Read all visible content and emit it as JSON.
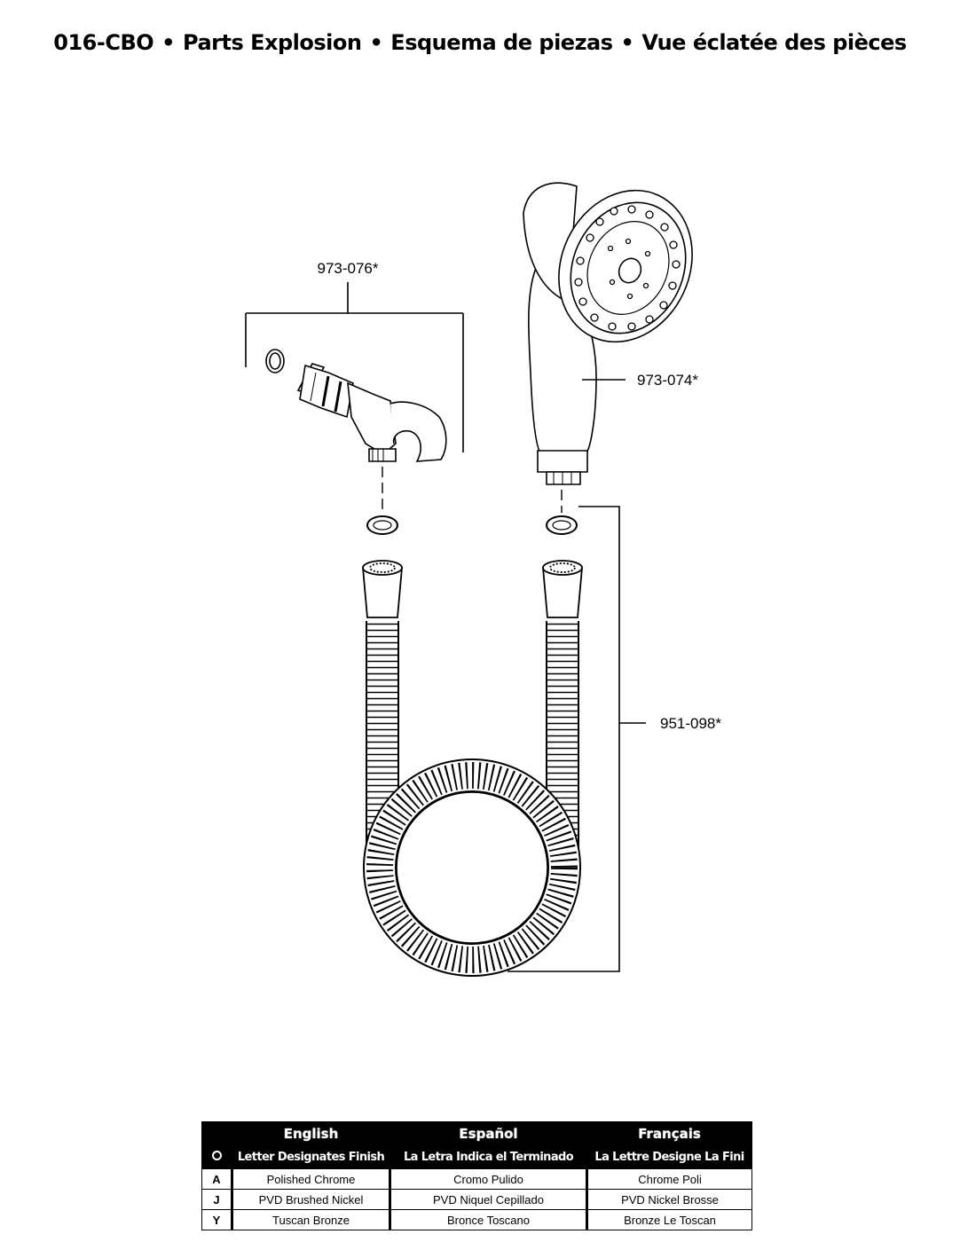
{
  "header": {
    "model": "016-CBO",
    "sep": "•",
    "title_en": "Parts Explosion",
    "title_es": "Esquema de piezas",
    "title_fr": "Vue éclatée des pièces"
  },
  "callouts": {
    "holder": "973-076*",
    "handshower": "973-074*",
    "hose": "951-098*"
  },
  "finish_table": {
    "headers": [
      "English",
      "Español",
      "Français"
    ],
    "subheaders": [
      "Letter Designates Finish",
      "La Letra Indica el Terminado",
      "La Lettre Designe La Fini"
    ],
    "rows": [
      {
        "code": "A",
        "en": "Polished Chrome",
        "es": "Cromo Pulido",
        "fr": "Chrome Poli"
      },
      {
        "code": "J",
        "en": "PVD Brushed Nickel",
        "es": "PVD Niquel Cepillado",
        "fr": "PVD Nickel Brosse"
      },
      {
        "code": "Y",
        "en": "Tuscan Bronze",
        "es": "Bronce Toscano",
        "fr": "Bronze Le Toscan"
      }
    ]
  }
}
